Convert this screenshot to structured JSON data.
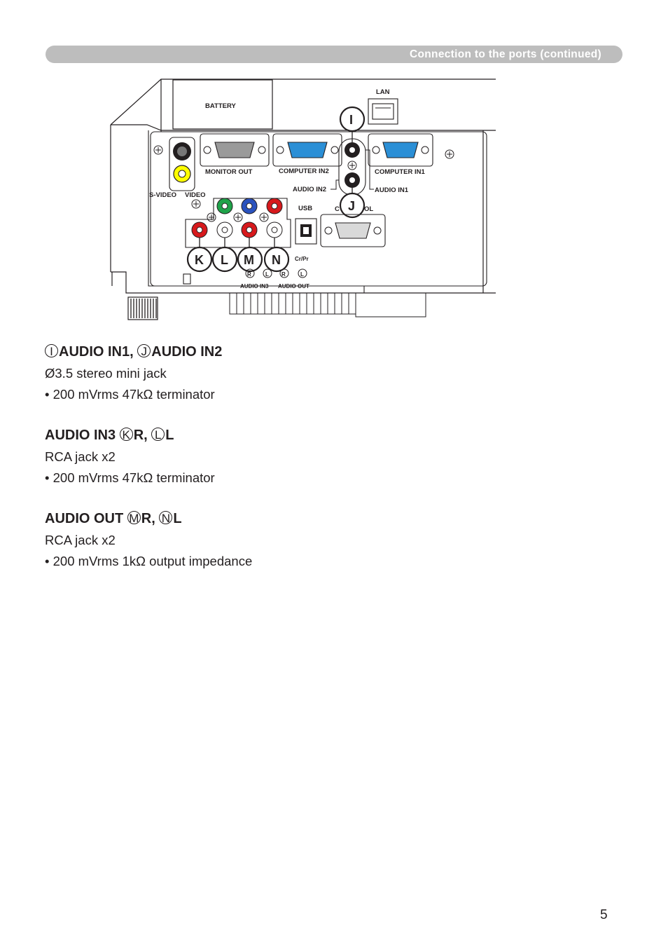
{
  "header": {
    "title": "Connection to the ports (continued)"
  },
  "diagram": {
    "labels": {
      "battery": "BATTERY",
      "lan": "LAN",
      "monitor_out": "MONITOR OUT",
      "computer_in2": "COMPUTER IN2",
      "computer_in1": "COMPUTER IN1",
      "audio_in2": "AUDIO IN2",
      "audio_in1": "AUDIO IN1",
      "s_video": "S-VIDEO",
      "video": "VIDEO",
      "usb": "USB",
      "control_partial_left": "C",
      "control_partial_right": "OL",
      "cr_pr": "Cr/Pr",
      "audio_in3": "AUDIO IN3",
      "audio_out": "AUDIO OUT",
      "r1": "R",
      "l1": "L",
      "r2": "R",
      "l2": "L"
    },
    "callouts": {
      "i": "I",
      "j": "J",
      "k": "K",
      "l": "L",
      "m": "M",
      "n": "N"
    }
  },
  "sections": [
    {
      "title": {
        "c1": "I",
        "t1": "AUDIO IN1, ",
        "c2": "J",
        "t2": "AUDIO IN2"
      },
      "lines": [
        "Ø3.5 stereo mini jack",
        "• 200 mVrms 47kΩ terminator"
      ]
    },
    {
      "title": {
        "t0": "AUDIO IN3 ",
        "c1": "K",
        "t1": "R, ",
        "c2": "L",
        "t2": "L"
      },
      "lines": [
        "RCA jack x2",
        "• 200 mVrms 47kΩ terminator"
      ]
    },
    {
      "title": {
        "t0": "AUDIO OUT ",
        "c1": "M",
        "t1": "R, ",
        "c2": "N",
        "t2": "L"
      },
      "lines": [
        "RCA jack x2",
        "• 200 mVrms 1kΩ output impedance"
      ]
    }
  ],
  "page_number": "5"
}
